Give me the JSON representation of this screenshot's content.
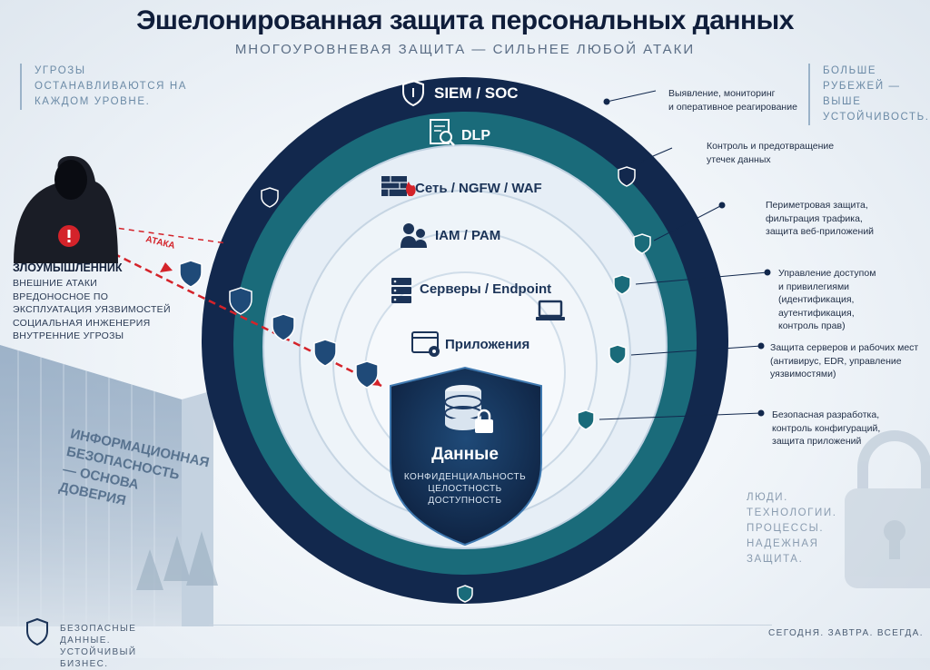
{
  "header": {
    "title": "Эшелонированная защита персональных данных",
    "subtitle": "МНОГОУРОВНЕВАЯ ЗАЩИТА — СИЛЬНЕЕ ЛЮБОЙ АТАКИ"
  },
  "notes": {
    "left": "УГРОЗЫ ОСТАНАВЛИВАЮТСЯ НА КАЖДОМ УРОВНЕ.",
    "right": "БОЛЬШЕ РУБЕЖЕЙ — ВЫШЕ УСТОЙЧИВОСТЬ.",
    "bottom_right": "ЛЮДИ. ТЕХНОЛОГИИ. ПРОЦЕССЫ. НАДЕЖНАЯ ЗАЩИТА."
  },
  "layers": [
    {
      "label": "SIEM / SOC",
      "icon": "shield-icon",
      "color": "#12284d"
    },
    {
      "label": "DLP",
      "icon": "document-search-icon",
      "color": "#1a6b7a"
    },
    {
      "label": "Сеть / NGFW / WAF",
      "icon": "firewall-icon",
      "color": "#eaf1f7"
    },
    {
      "label": "IAM / PAM",
      "icon": "users-icon",
      "color": "#f1f5f9"
    },
    {
      "label": "Серверы / Endpoint",
      "icon": "server-icon",
      "color": "#f4f7fa"
    },
    {
      "label": "Приложения",
      "icon": "app-settings-icon",
      "color": "#f7f9fb"
    }
  ],
  "core": {
    "title": "Данные",
    "lines": [
      "КОНФИДЕНЦИАЛЬНОСТЬ",
      "ЦЕЛОСТНОСТЬ",
      "ДОСТУПНОСТЬ"
    ]
  },
  "callouts": [
    {
      "lines": [
        "Выявление, мониторинг",
        "и оперативное реагирование"
      ]
    },
    {
      "lines": [
        "Контроль и предотвращение",
        "утечек данных"
      ]
    },
    {
      "lines": [
        "Периметровая защита,",
        "фильтрация трафика,",
        "защита веб-приложений"
      ]
    },
    {
      "lines": [
        "Управление доступом",
        "и привилегиями",
        "(идентификация, аутентификация,",
        "контроль прав)"
      ]
    },
    {
      "lines": [
        "Защита серверов и рабочих мест",
        "(антивирус, EDR, управление",
        "уязвимостями)"
      ]
    },
    {
      "lines": [
        "Безопасная разработка,",
        "контроль конфигураций,",
        "защита приложений"
      ]
    }
  ],
  "attacker": {
    "title": "ЗЛОУМЫШЛЕННИК",
    "items": [
      "ВНЕШНИЕ АТАКИ",
      "ВРЕДОНОСНОЕ ПО",
      "ЭКСПЛУАТАЦИЯ УЯЗВИМОСТЕЙ",
      "СОЦИАЛЬНАЯ ИНЖЕНЕРИЯ",
      "ВНУТРЕННИЕ УГРОЗЫ"
    ],
    "attack_label": "АТАКА"
  },
  "building_text": "ИНФОРМАЦИОННАЯ БЕЗОПАСНОСТЬ — ОСНОВА ДОВЕРИЯ",
  "footer": {
    "left": "БЕЗОПАСНЫЕ ДАННЫЕ. УСТОЙЧИВЫЙ БИЗНЕС.",
    "right": "СЕГОДНЯ. ЗАВТРА. ВСЕГДА."
  },
  "colors": {
    "navy": "#12284d",
    "teal": "#1a6b7a",
    "alert": "#d4232a"
  }
}
